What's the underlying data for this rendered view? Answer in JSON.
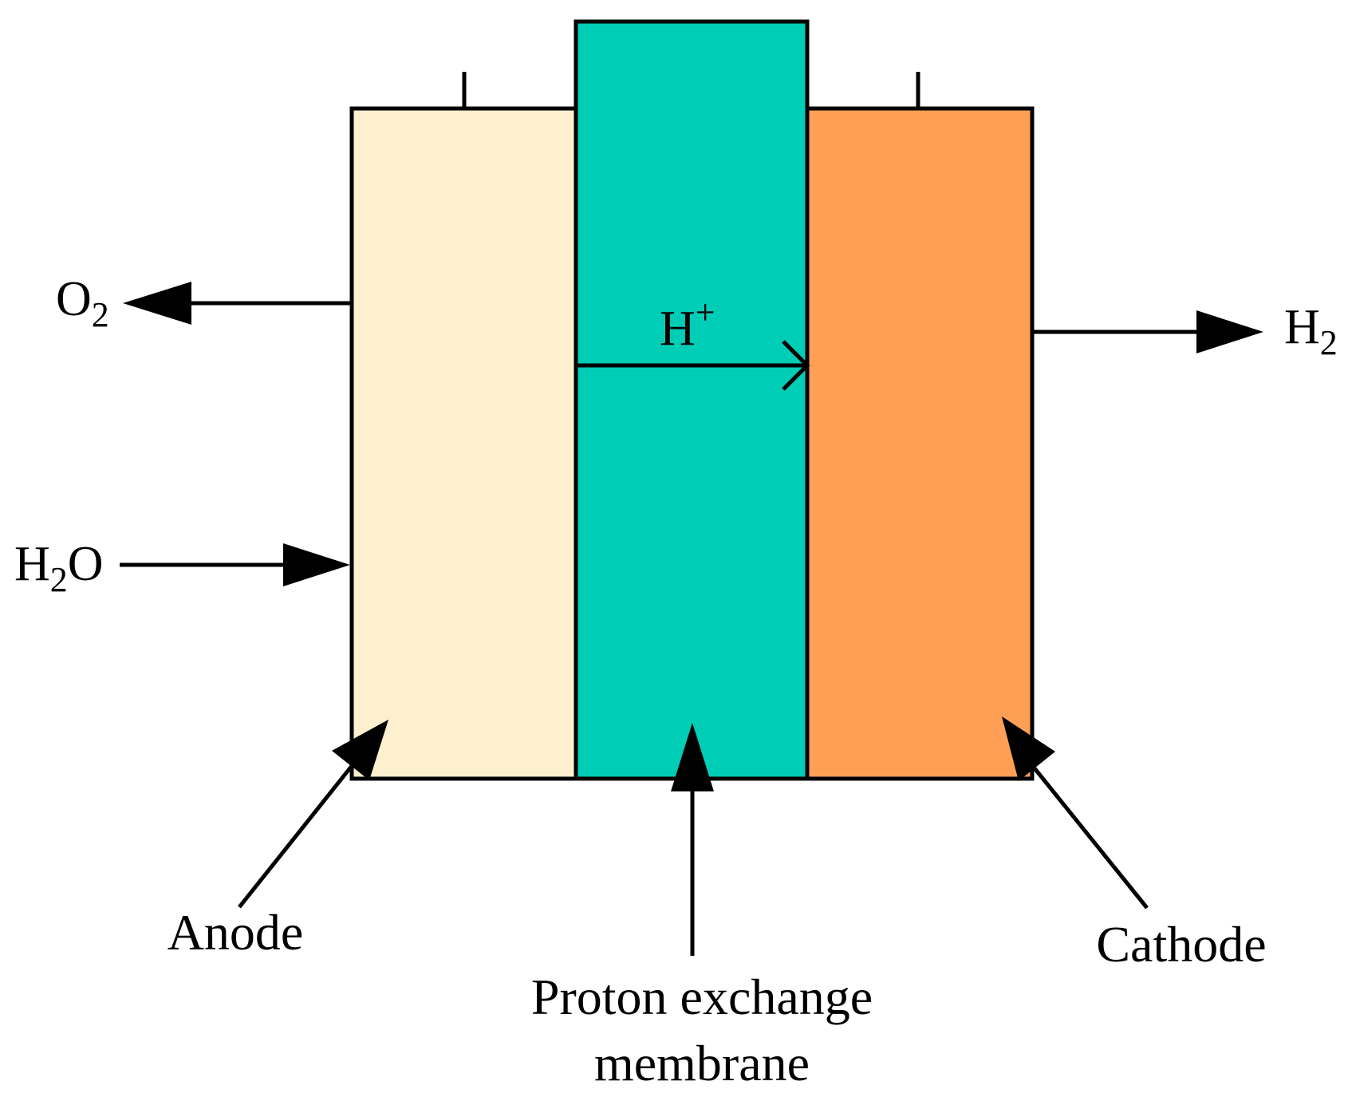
{
  "labels": {
    "anode": "Anode",
    "membrane_line1": "Proton exchange",
    "membrane_line2": "membrane",
    "cathode": "Cathode"
  },
  "species": {
    "oxygen": {
      "base": "O",
      "sub": "2"
    },
    "water": {
      "base1": "H",
      "sub": "2",
      "base2": "O"
    },
    "proton": {
      "base": "H",
      "sup": "+"
    },
    "hydrogen": {
      "base": "H",
      "sub": "2"
    }
  },
  "colors": {
    "anode_fill": "#FDF0CF",
    "membrane_fill": "#00CDB6",
    "cathode_fill": "#FF9F55",
    "stroke": "#000000"
  }
}
